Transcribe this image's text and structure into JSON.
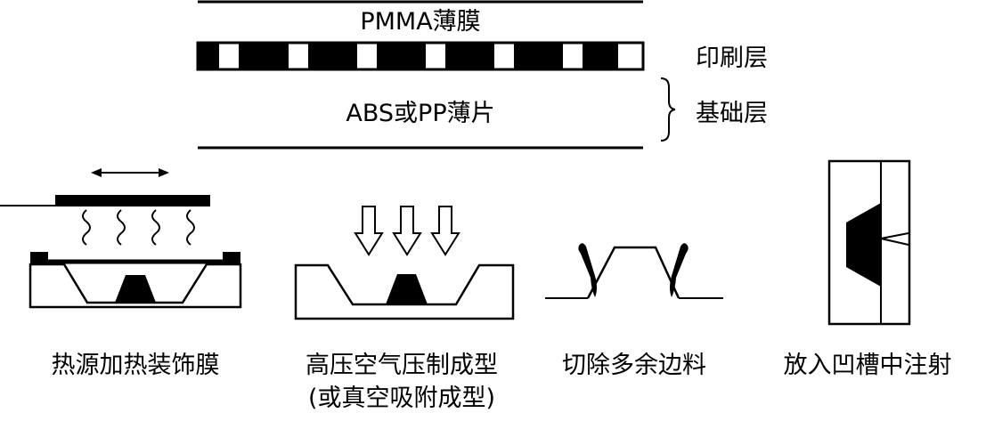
{
  "layers": {
    "film_label": "PMMA薄膜",
    "substrate_label": "ABS或PP薄片",
    "print_layer_label": "印刷层",
    "base_layer_label": "基础层"
  },
  "steps": [
    {
      "label": "热源加热装饰膜",
      "sublabel": ""
    },
    {
      "label": "高压空气压制成型",
      "sublabel": "(或真空吸附成型)"
    },
    {
      "label": "切除多余边料",
      "sublabel": ""
    },
    {
      "label": "放入凹槽中注射",
      "sublabel": ""
    }
  ]
}
